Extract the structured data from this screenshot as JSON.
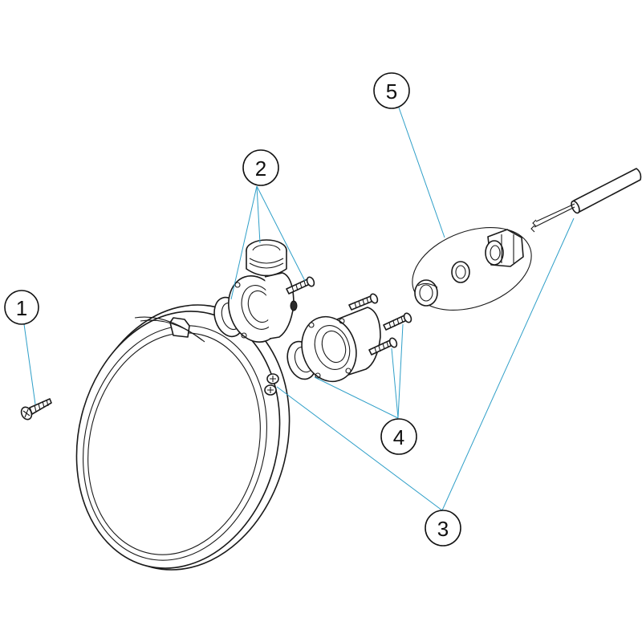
{
  "callouts": [
    {
      "id": "1",
      "label": "1"
    },
    {
      "id": "2",
      "label": "2"
    },
    {
      "id": "3",
      "label": "3"
    },
    {
      "id": "4",
      "label": "4"
    },
    {
      "id": "5",
      "label": "5"
    }
  ],
  "colors": {
    "leader": "#2f9fc8",
    "outline": "#1a1a1a",
    "background": "#ffffff"
  }
}
